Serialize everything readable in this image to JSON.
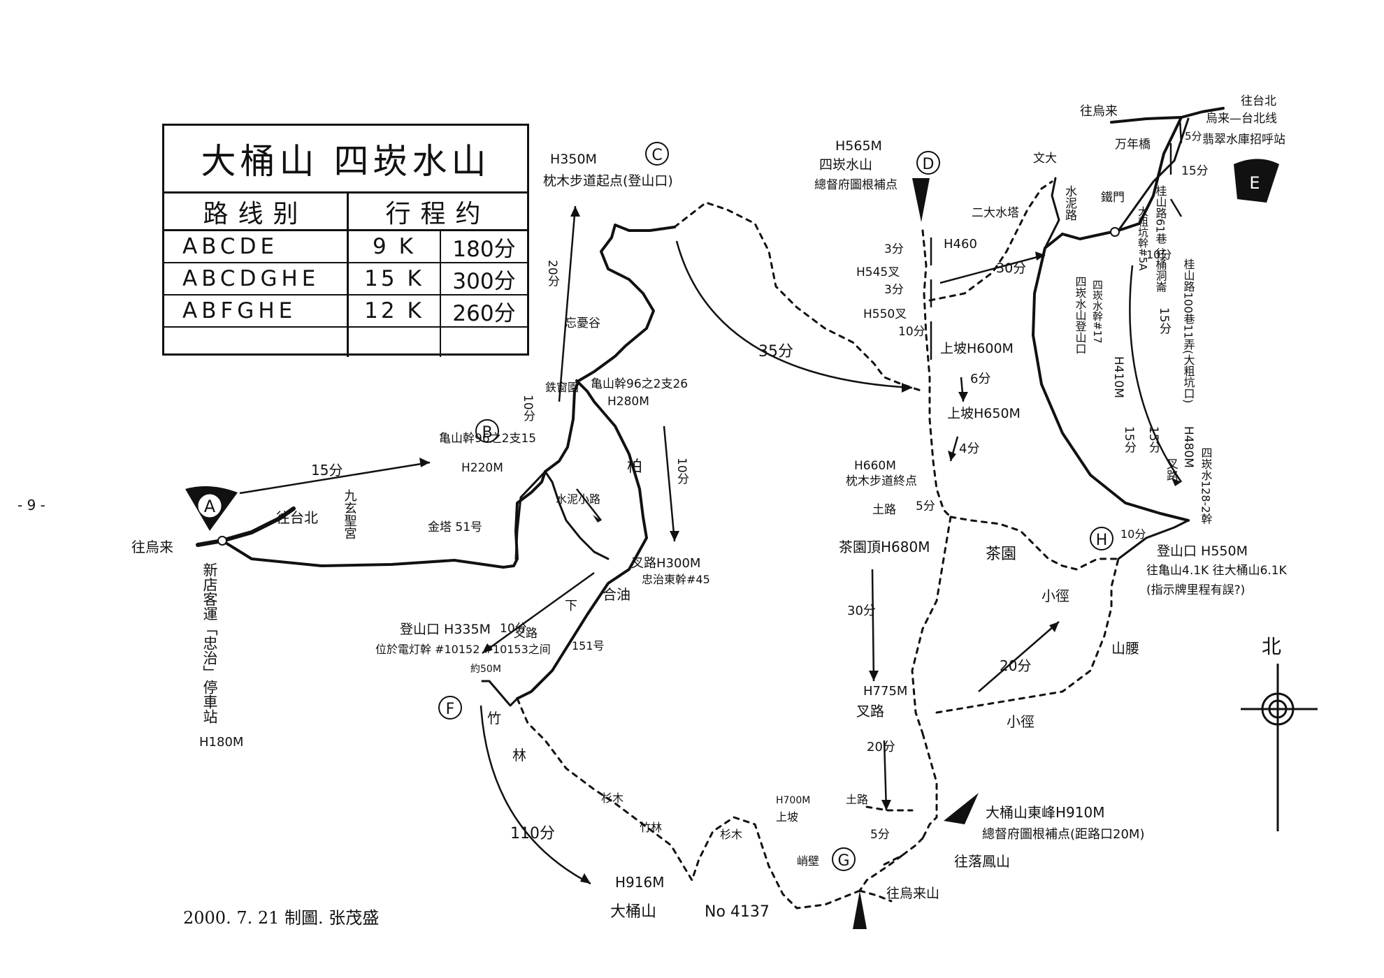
{
  "table": {
    "title": "大桶山 四崁水山",
    "head_route": "路线别",
    "head_time": "行程约",
    "rows": [
      {
        "route": "ABCDE",
        "dist": "9 K",
        "time": "180分"
      },
      {
        "route": "ABCDGHE",
        "dist": "15 K",
        "time": "300分"
      },
      {
        "route": "ABFGHE",
        "dist": "12 K",
        "time": "260分"
      }
    ]
  },
  "points": {
    "A": "A",
    "B": "B",
    "C": "C",
    "D": "D",
    "E": "E",
    "F": "F",
    "G": "G",
    "H": "H"
  },
  "labels": {
    "to_wulai_a": "往烏来",
    "to_taipei_a": "往台北",
    "xindian_bus": "新店客運「忠治」停車站",
    "a_elev": "H180M",
    "jiutou_road": "九玄聖宮",
    "jinta": "金塔 51号",
    "tower_b": "亀山幹96之2支15",
    "tower_b_elev": "H220M",
    "c_elev": "H350M",
    "c_trail": "枕木步道起点(登山口)",
    "c_time": "35分",
    "zongmei_valley": "忘憂谷",
    "tower_n": "亀山幹96之2支26",
    "tower_n_elev": "H280M",
    "tieguan": "鉄窗園",
    "bai": "柏",
    "shuinixiaolu": "水泥小路",
    "fork_300": "叉路H300M",
    "tower_zhong": "忠治東幹#45",
    "heyou": "合油",
    "fork_label": "下",
    "num151": "151号",
    "f_trail": "登山口 H335M",
    "f_tower": "位於電灯幹 #10152 #10153之间",
    "fork_f": "叉路",
    "rock_50": "約50M",
    "zhu": "竹",
    "lin": "林",
    "t_110": "110分",
    "shamu": "杉木",
    "zhulin": "竹林",
    "shamu2": "杉木",
    "shangpo": "上坡",
    "h700": "H700M",
    "jifen": "峭壁",
    "datong_elev": "H916M",
    "datong_name": "大桶山",
    "datong_no": "No 4137",
    "author": "2000. 7. 21 制圖. 张茂盛",
    "d_elev": "H565M",
    "d_name": "四崁水山",
    "d_note": "總督府圖根補点",
    "t_3a": "3分",
    "t_3b": "3分",
    "h545": "H545叉",
    "h550": "H550叉",
    "t_10c": "10分",
    "h460": "H460",
    "ershui": "二大水塔",
    "t_30a": "30分",
    "up600": "上坡H600M",
    "t_6": "6分",
    "up650": "上坡H650M",
    "t_4": "4分",
    "h660": "H660M",
    "pilot_end": "枕木步道終点",
    "tulu": "土路",
    "t_5a": "5分",
    "tea_top": "茶園頂H680M",
    "tea_garden": "茶園",
    "t_30b": "30分",
    "h775": "H775M",
    "fork_775": "叉路",
    "t_20a": "20分",
    "t_20b": "20分",
    "xiaojing": "小徑",
    "shanyao": "山腰",
    "xiaojing2": "小徑",
    "tulu2": "土路",
    "t_5b": "5分",
    "east_peak": "大桶山東峰H910M",
    "east_note": "總督府圖根補点(距路口20M)",
    "to_luofeng": "往落鳳山",
    "to_wulaishan": "往烏来山",
    "wenda": "文大",
    "shuini_road": "水泥路",
    "sikan_entry": "四崁水山登山口",
    "h410": "H410M",
    "t_15b": "15分",
    "h_elev_480": "H480M",
    "fork_480": "叉路",
    "tower_480": "四崁水128-2幹",
    "h_trail": "登山口 H550M",
    "h_dist": "往亀山4.1K 往大桶山6.1K",
    "h_note": "(指示牌里程有誤?)",
    "t_10d": "10分",
    "to_wulai_e": "往烏来",
    "to_taipei_e": "往台北",
    "wulai_line": "烏来—台北线",
    "feicui": "翡翠水庫招呼站",
    "wanzhou": "万年橋",
    "t_5c": "5分",
    "t_15c": "15分",
    "gui_road": "桂山路61巷 往桶洞崙",
    "tower_5a": "大粗坑幹#5A",
    "t_10e": "10分",
    "gui_road2": "桂山路100巷11弄(大粗坑口)",
    "tower_17": "四崁水幹#17",
    "t_15d": "15分",
    "zhou_arrow": "鐵門",
    "north": "北",
    "t_15a": "15分",
    "t_20c": "20分",
    "t_10a": "10分",
    "t_10b": "10分",
    "t_15e": "15分",
    "t_10f": "10分",
    "page_num": "- 9 -"
  }
}
